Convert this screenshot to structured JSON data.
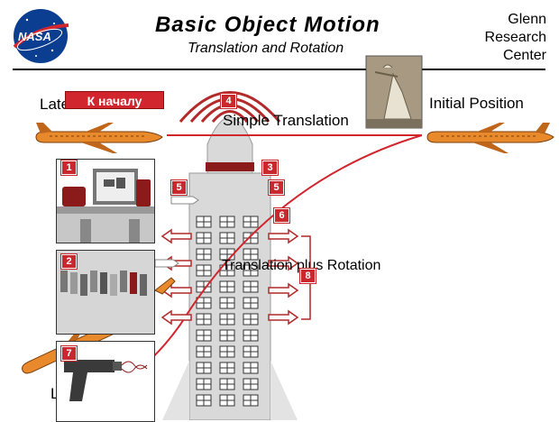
{
  "header": {
    "logo_text": "NASA",
    "title": "Basic  Object  Motion",
    "subtitle": "Translation  and  Rotation",
    "org_line1": "Glenn",
    "org_line2": "Research",
    "org_line3": "Center"
  },
  "labels": {
    "later_position": "Later Position",
    "initial_position": "Initial Position",
    "simple_translation": "Simple  Translation",
    "translation_rotation": "Translation plus Rotation",
    "bottom_left_letter": "L"
  },
  "button": {
    "label": "К началу"
  },
  "badges": [
    "1",
    "2",
    "3",
    "4",
    "5",
    "5",
    "6",
    "7",
    "8"
  ],
  "colors": {
    "red": "#d2262e",
    "dark_red": "#8b1a1a",
    "plane_orange": "#e8892b",
    "building_gray": "#d9d9d9"
  }
}
